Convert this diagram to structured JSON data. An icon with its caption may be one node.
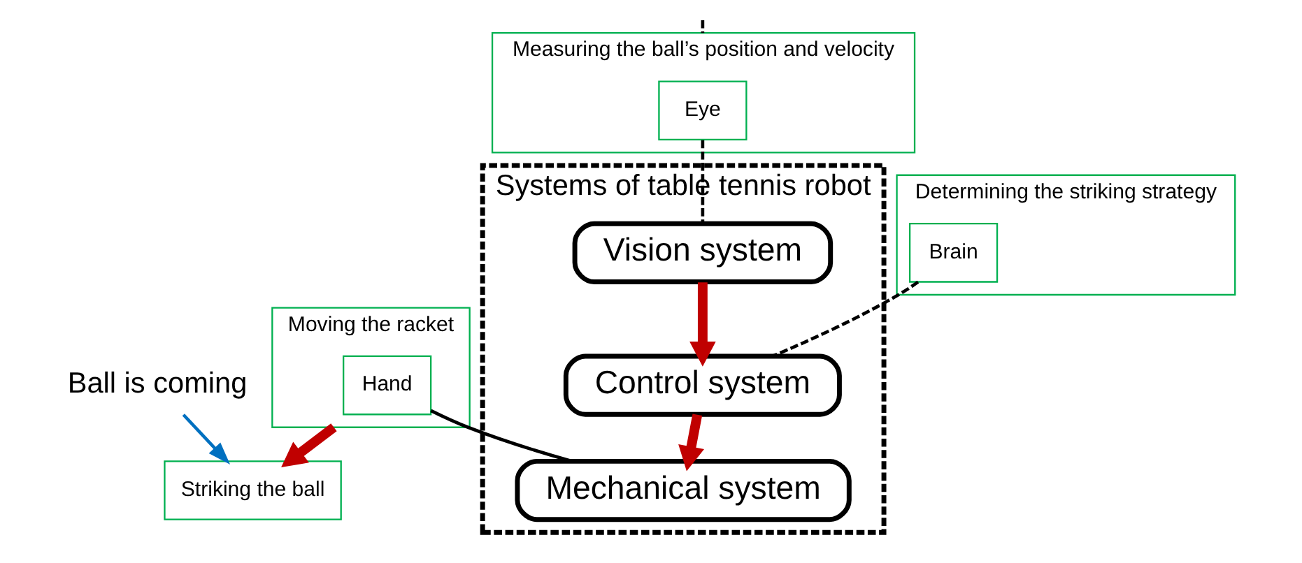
{
  "diagram": {
    "nodes": [
      {
        "text": [
          "Ball is coming"
        ]
      },
      {
        "text": [
          "Systems of table tennis robot"
        ]
      },
      {
        "text": [
          "Measuring the ball’s position and velocity"
        ]
      },
      {
        "text": [
          "Eye"
        ],
        "in": 2
      },
      {
        "text": [
          "Vision system"
        ],
        "in": 1
      },
      {
        "text": [
          "Determining the striking strategy"
        ]
      },
      {
        "text": [
          "Brain"
        ],
        "in": 5
      },
      {
        "text": [
          "Control system"
        ],
        "in": 1
      },
      {
        "text": [
          "Striking the ball"
        ]
      },
      {
        "text": [
          "Moving the racket"
        ]
      },
      {
        "text": [
          "Hand"
        ],
        "in": 9
      },
      {
        "text": [
          "Mechanical system"
        ],
        "in": 1
      }
    ],
    "edges": [
      {
        "from": null,
        "to": 2,
        "arrow": "none",
        "style": "dashed"
      },
      {
        "from": 3,
        "to": 4,
        "arrow": "none",
        "style": "dashed"
      },
      {
        "from": 6,
        "to": 7,
        "arrow": "none",
        "style": "dashed"
      },
      {
        "from": 10,
        "to": 11,
        "arrow": "none"
      },
      {
        "from": 4,
        "to": 7,
        "arrow": "to",
        "style": "thick",
        "color": "#c00000"
      },
      {
        "from": 7,
        "to": 11,
        "arrow": "to",
        "style": "thick",
        "color": "#c00000"
      },
      {
        "from": 9,
        "to": 8,
        "arrow": "to",
        "style": "thick",
        "color": "#c00000"
      },
      {
        "from": 0,
        "to": 8,
        "arrow": "to",
        "color": "#0070c0"
      }
    ]
  }
}
